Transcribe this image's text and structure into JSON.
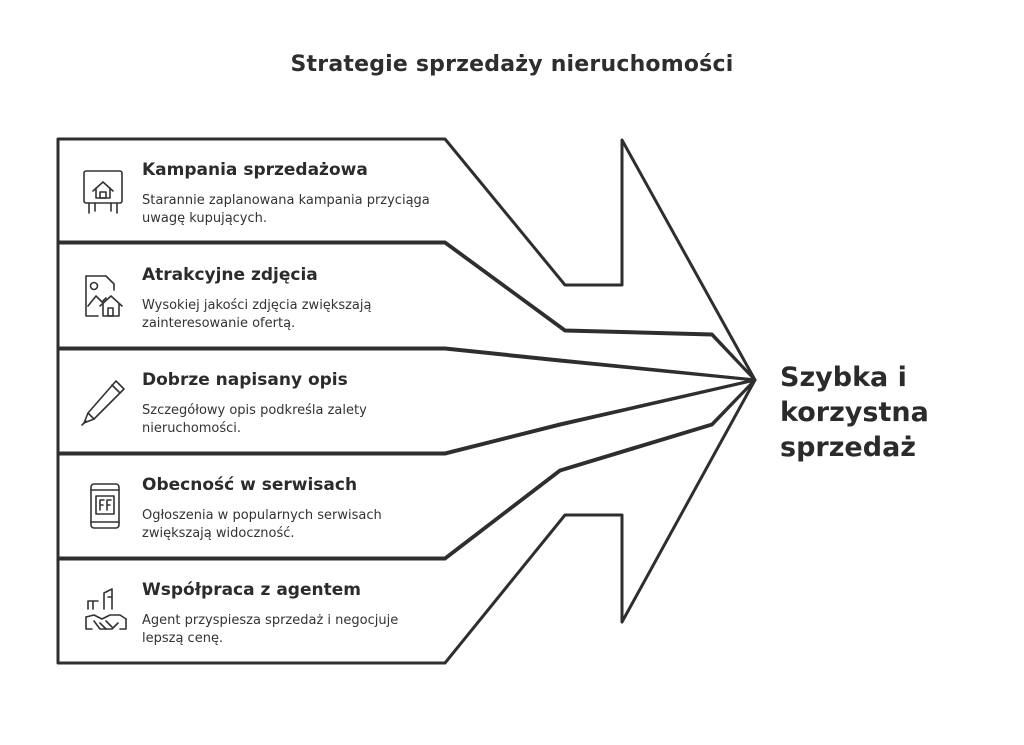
{
  "title": "Strategie sprzedaży nieruchomości",
  "items": [
    {
      "title": "Kampania sprzedażowa",
      "description": "Starannie zaplanowana kampania przyciąga uwagę kupujących.",
      "icon": "billboard-house-icon"
    },
    {
      "title": "Atrakcyjne zdjęcia",
      "description": "Wysokiej jakości zdjęcia zwiększają zainteresowanie ofertą.",
      "icon": "photo-house-icon"
    },
    {
      "title": "Dobrze napisany opis",
      "description": "Szczegółowy opis podkreśla zalety nieruchomości.",
      "icon": "pen-icon"
    },
    {
      "title": "Obecność w serwisach",
      "description": "Ogłoszenia w popularnych serwisach zwiększają widoczność.",
      "icon": "mobile-listing-icon"
    },
    {
      "title": "Współpraca z agentem",
      "description": "Agent przyspiesza sprzedaż i negocjuje lepszą cenę.",
      "icon": "handshake-icon"
    }
  ],
  "outcome": {
    "line1": "Szybka i",
    "line2": "korzystna",
    "line3": "sprzedaż"
  }
}
